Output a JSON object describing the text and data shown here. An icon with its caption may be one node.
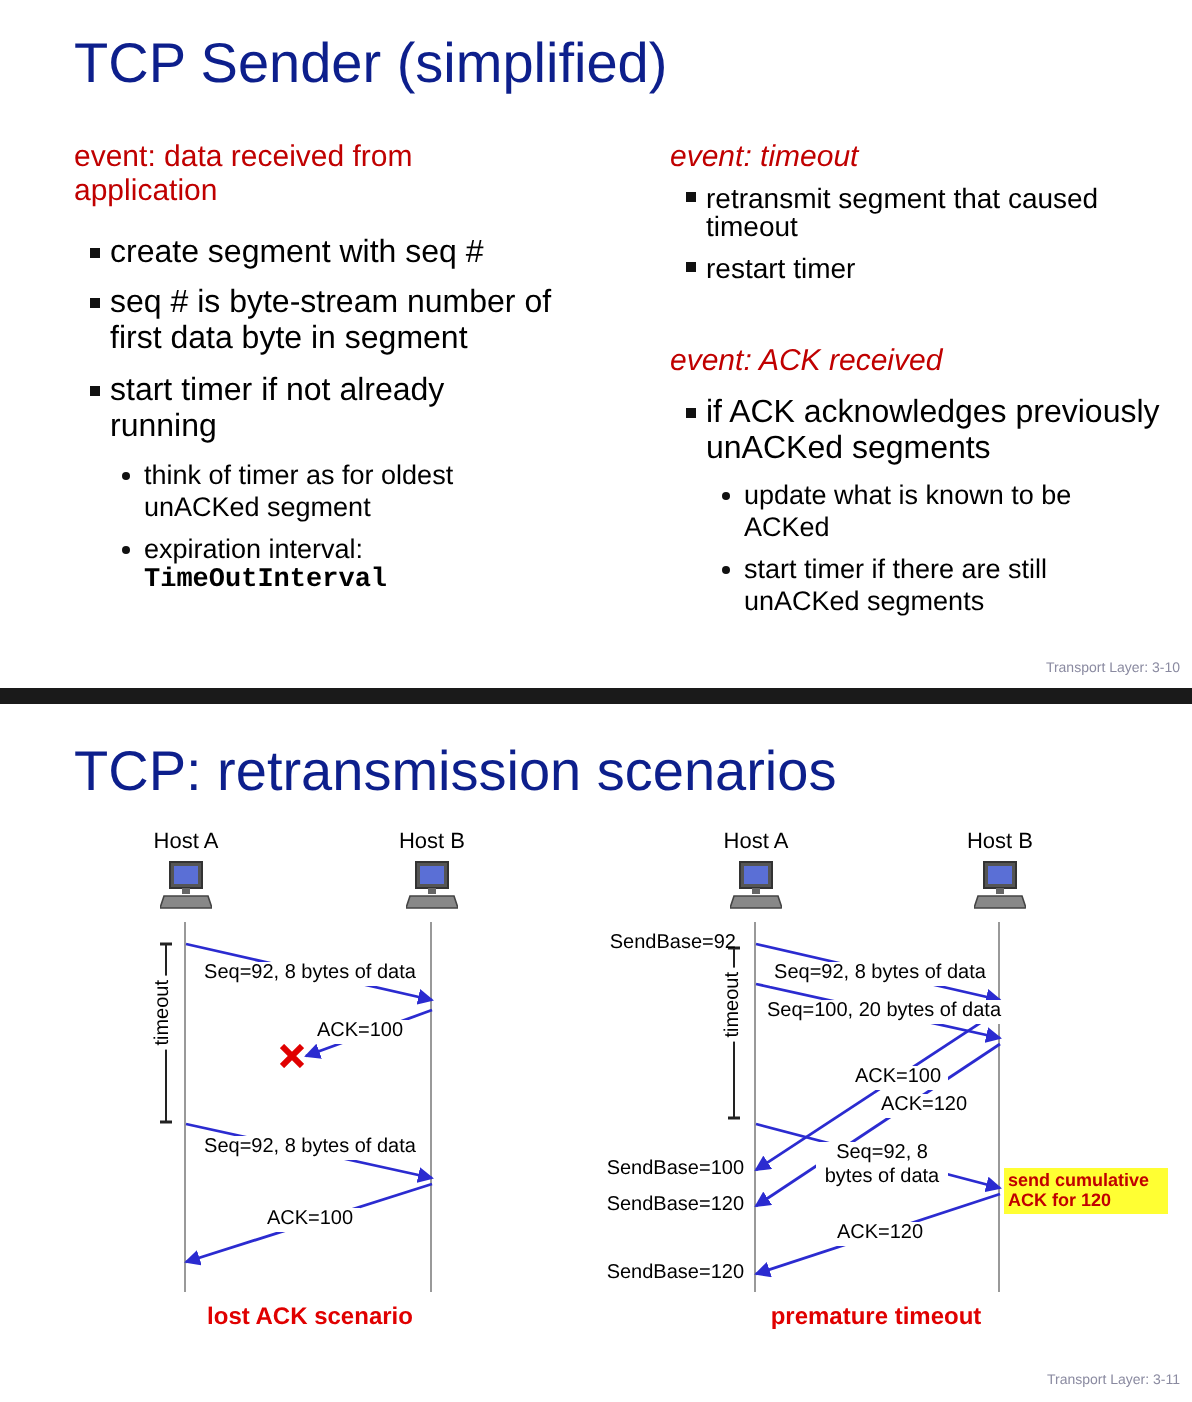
{
  "diagram": {
    "title": "TCP Sender (simplified)",
    "nodes": [
      {
        "text": [
          "Host A"
        ]
      },
      {
        "text": [
          "Host B"
        ]
      },
      {
        "text": [],
        "shape": "cross"
      },
      {
        "text": [
          "Host A"
        ]
      },
      {
        "text": [
          "Host B"
        ]
      }
    ],
    "edges": [
      {
        "from": 0,
        "to": 1,
        "arrow": "to",
        "label": "Seq=92, 8 bytes of data"
      },
      {
        "from": 1,
        "to": 2,
        "arrow": "to",
        "label": "ACK=100"
      },
      {
        "from": 0,
        "to": 1,
        "arrow": "to",
        "label": "Seq=92, 8 bytes of data"
      },
      {
        "from": 1,
        "to": 0,
        "arrow": "to",
        "label": "ACK=100"
      },
      {
        "from": 3,
        "to": 4,
        "arrow": "to",
        "label": "Seq=92, 8 bytes of data"
      },
      {
        "from": 3,
        "to": 4,
        "arrow": "to",
        "label": "Seq=100, 20 bytes of data"
      },
      {
        "from": 4,
        "to": 3,
        "arrow": "to",
        "label": "ACK=100"
      },
      {
        "from": 4,
        "to": 3,
        "arrow": "to",
        "label": "ACK=120"
      },
      {
        "from": 3,
        "to": 4,
        "arrow": "to",
        "label": "Seq=92,  8 bytes of data"
      },
      {
        "from": 4,
        "to": 3,
        "arrow": "to",
        "label": "ACK=120"
      }
    ],
    "labels": [
      "event: data received from application",
      "create segment with seq #",
      "seq # is byte-stream number of first data byte in  segment",
      "start timer if not already running",
      "think of timer as for oldest unACKed segment",
      "expiration interval:",
      "TimeOutInterval",
      "event: timeout",
      "retransmit segment that caused timeout",
      "restart timer",
      "event: ACK received",
      "if ACK acknowledges previously unACKed segments",
      "update what is known to be ACKed",
      "start timer if there are  still unACKed segments",
      "Transport Layer: 3-10",
      "TCP: retransmission scenarios",
      "timeout",
      "lost ACK scenario",
      "SendBase=92",
      "timeout",
      "SendBase=100",
      "SendBase=120",
      "send cumulative ACK for 120",
      "SendBase=120",
      "premature timeout",
      "Transport Layer: 3-11"
    ]
  }
}
